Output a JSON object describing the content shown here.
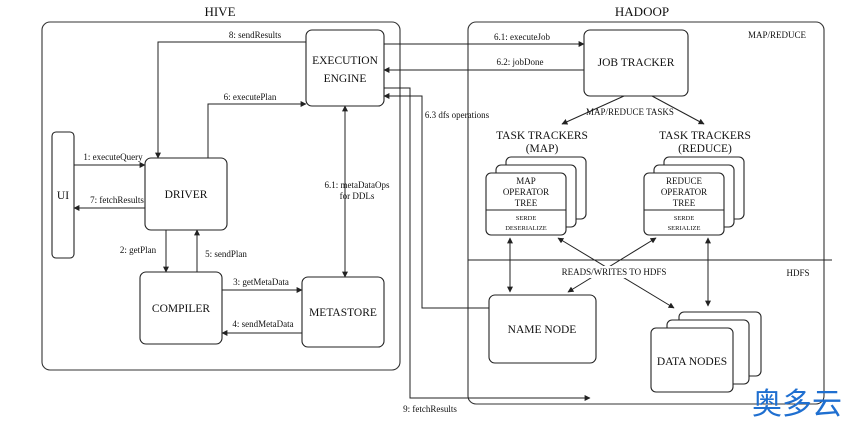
{
  "sections": {
    "hive": "HIVE",
    "hadoop": "HADOOP",
    "mapreduce": "MAP/REDUCE",
    "hdfs": "HDFS"
  },
  "nodes": {
    "ui": "UI",
    "driver": "DRIVER",
    "compiler": "COMPILER",
    "metastore": "METASTORE",
    "execution_engine": [
      "EXECUTION",
      "ENGINE"
    ],
    "job_tracker": "JOB TRACKER",
    "task_trackers_map": [
      "TASK TRACKERS",
      "(MAP)"
    ],
    "task_trackers_reduce": [
      "TASK TRACKERS",
      "(REDUCE)"
    ],
    "map_tree": [
      "MAP",
      "OPERATOR",
      "TREE"
    ],
    "map_serde": [
      "SERDE",
      "DESERIALIZE"
    ],
    "reduce_tree": [
      "REDUCE",
      "OPERATOR",
      "TREE"
    ],
    "reduce_serde": [
      "SERDE",
      "SERIALIZE"
    ],
    "name_node": "NAME NODE",
    "data_nodes": "DATA NODES"
  },
  "edges": {
    "send_results": "8: sendResults",
    "execute_plan": "6: executePlan",
    "execute_query": "1: executeQuery",
    "fetch_results": "7: fetchResults",
    "get_plan": "2: getPlan",
    "send_plan": "5: sendPlan",
    "get_metadata": "3: getMetaData",
    "send_metadata": "4: sendMetaData",
    "metadata_ops": [
      "6.1: metaDataOps",
      "for DDLs"
    ],
    "execute_job": "6.1: executeJob",
    "job_done": "6.2: jobDone",
    "dfs_ops": "6.3 dfs operations",
    "mr_tasks": "MAP/REDUCE TASKS",
    "reads_writes": "READS/WRITES TO HDFS",
    "fetch_results_9": "9: fetchResults"
  },
  "watermark": "奥多云",
  "colors": {
    "watermark": "#1f6fd0",
    "stroke": "#222222"
  }
}
